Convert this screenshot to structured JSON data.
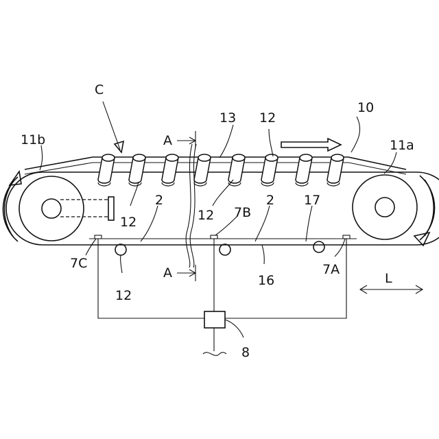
{
  "labels": {
    "C": "C",
    "ten": "10",
    "thirteen": "13",
    "twelve_top": "12",
    "eleven_a": "11a",
    "eleven_b": "11b",
    "a_top": "A",
    "a_bottom": "A",
    "twelve_left": "12",
    "two_left": "2",
    "twelve_mid": "12",
    "seven_b": "7B",
    "two_right": "2",
    "seventeen": "17",
    "seven_c": "7C",
    "twelve_below": "12",
    "sixteen": "16",
    "seven_a": "7A",
    "l": "L",
    "eight": "8"
  }
}
